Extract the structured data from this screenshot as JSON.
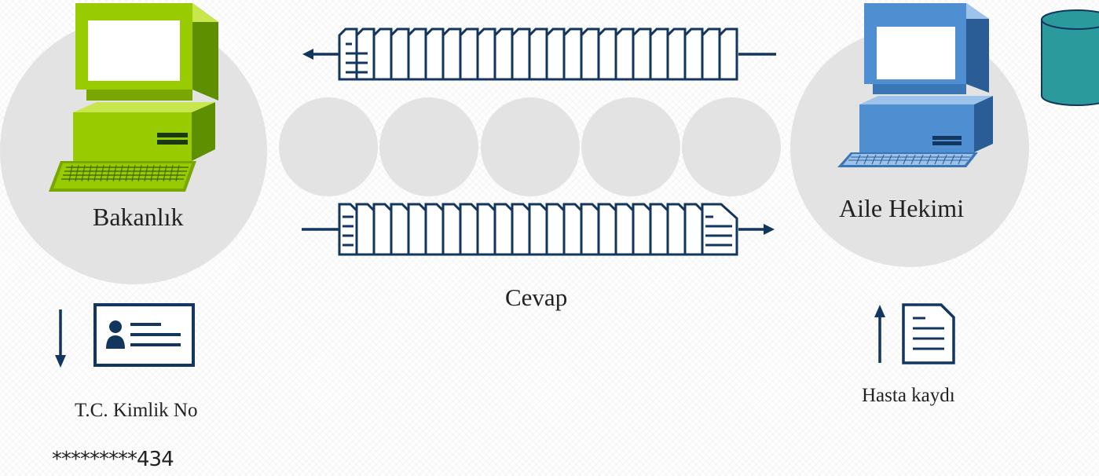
{
  "nodes": {
    "left": {
      "label": "Bakanlık"
    },
    "right": {
      "label": "Aile Hekimi"
    }
  },
  "flows": {
    "response_label": "Cevap"
  },
  "left_panel": {
    "id_label": "T.C. Kimlik No",
    "id_value": "*********434"
  },
  "right_panel": {
    "record_label": "Hasta kaydı"
  },
  "colors": {
    "circle": "#e3e3e3",
    "green_pc": "#99cc00",
    "blue_pc": "#4f8fd1",
    "navy": "#12365e",
    "database": "#2a9a9d"
  },
  "icons": [
    "computer-icon",
    "computer-icon",
    "database-icon",
    "document-icon",
    "id-card-icon",
    "arrow-icon"
  ]
}
